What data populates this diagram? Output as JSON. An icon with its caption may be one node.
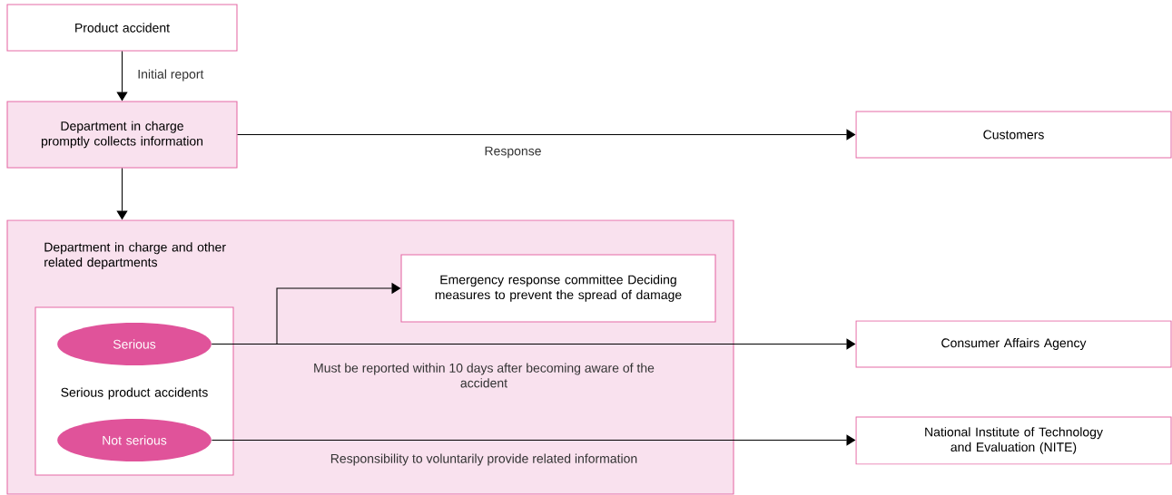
{
  "diagram": {
    "nodes": [
      {
        "text": [
          "Product accident"
        ]
      },
      {
        "text": [
          "Department in charge promptly collects information"
        ]
      },
      {
        "text": [
          "Customers"
        ]
      },
      {
        "text": [
          "Department in charge and other related departments"
        ]
      },
      {
        "text": [
          "Serious product accidents"
        ],
        "in": 3
      },
      {
        "text": [
          "Serious"
        ],
        "in": 4
      },
      {
        "text": [
          "Not serious"
        ],
        "in": 4
      },
      {
        "text": [
          "Emergency response committee Deciding measures to prevent the spread of damage"
        ],
        "in": 3
      },
      {
        "text": [
          "Consumer Affairs Agency"
        ]
      },
      {
        "text": [
          "National Institute of Technology and Evaluation (NITE)"
        ]
      }
    ],
    "edges": [
      {
        "from": 0,
        "to": 1,
        "arrow": "to",
        "label": "Initial report"
      },
      {
        "from": 1,
        "to": 2,
        "arrow": "to",
        "label": "Response"
      },
      {
        "from": 1,
        "to": 3,
        "arrow": "to"
      },
      {
        "from": 5,
        "to": 7,
        "arrow": "to"
      },
      {
        "from": 5,
        "to": 8,
        "arrow": "to",
        "label": "Must be reported within 10 days after becoming aware of the accident"
      },
      {
        "from": 6,
        "to": 9,
        "arrow": "to",
        "label": "Responsibility to voluntarily provide related information"
      }
    ]
  }
}
